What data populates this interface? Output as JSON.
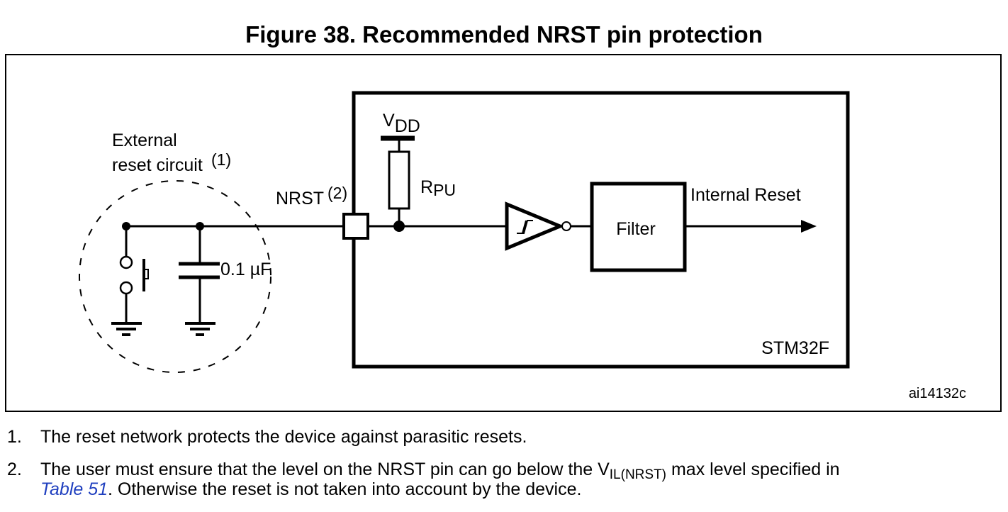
{
  "figure": {
    "title": "Figure 38. Recommended NRST pin protection",
    "id_code": "ai14132c"
  },
  "diagram": {
    "external_label_line1": "External",
    "external_label_line2": "reset circuit",
    "external_label_ref": "(1)",
    "cap_value": "0.1 µF",
    "pin_label": "NRST",
    "pin_ref": "(2)",
    "vdd_main": "V",
    "vdd_sub": "DD",
    "rpu_main": "R",
    "rpu_sub": "PU",
    "filter_label": "Filter",
    "output_label": "Internal Reset",
    "chip_label": "STM32F"
  },
  "notes": [
    {
      "number": "1.",
      "text": "The reset network protects the device against parasitic resets."
    },
    {
      "number": "2.",
      "text_before": "The user must ensure that the level on the NRST pin can go below the V",
      "text_sub": "IL(NRST)",
      "text_after": " max level specified in",
      "link": "Table 51",
      "text_end": ". Otherwise the reset is not taken into account by the device."
    }
  ]
}
